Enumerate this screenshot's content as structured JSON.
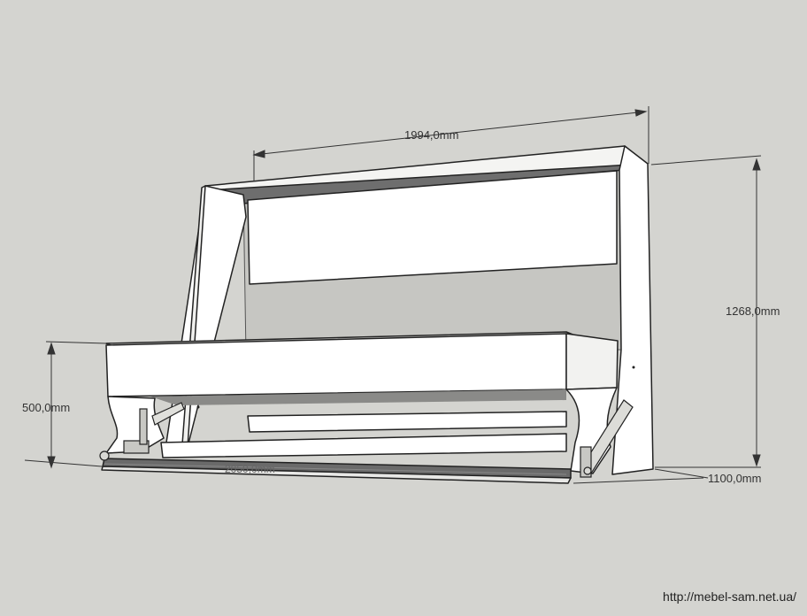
{
  "diagram": {
    "dimensions": {
      "width_label": "1994,0mm",
      "height_label": "1268,0mm",
      "depth_label": "1100,0mm",
      "seat_height_label": "500,0mm",
      "bed_length_label": "2050,0mm"
    },
    "colors": {
      "background": "#d4d4d0",
      "panel": "#ffffff",
      "shadow": "#6e6e6e",
      "bracket": "#c8c8c4",
      "outline": "#222222"
    }
  },
  "watermark": "http://mebel-sam.net.ua/"
}
